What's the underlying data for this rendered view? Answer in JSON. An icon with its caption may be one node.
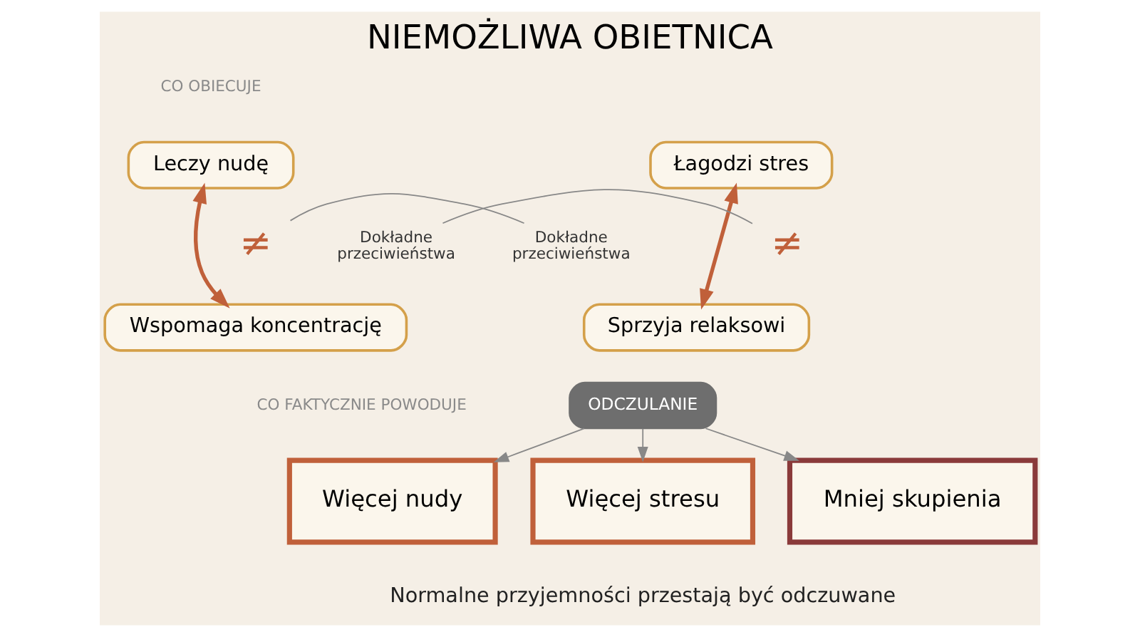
{
  "diagram": {
    "title": "NIEMOŻLIWA OBIETNICA",
    "nodes": [
      {
        "text": [
          "Leczy nudę"
        ]
      },
      {
        "text": [
          "Wspomaga koncentrację"
        ]
      },
      {
        "text": [
          "Łagodzi stres"
        ]
      },
      {
        "text": [
          "Sprzyja relaksowi"
        ]
      },
      {
        "text": [
          "Dokładne przeciwieństwa"
        ]
      },
      {
        "text": [
          "≠"
        ]
      },
      {
        "text": [
          "≠"
        ]
      },
      {
        "text": [
          "Dokładne przeciwieństwa"
        ]
      },
      {
        "text": [
          "ODCZULANIE"
        ]
      },
      {
        "text": [
          "Więcej nudy"
        ]
      },
      {
        "text": [
          "Więcej stresu"
        ]
      },
      {
        "text": [
          "Mniej skupienia"
        ]
      }
    ],
    "edges": [
      {
        "from": 0,
        "to": 1,
        "arrow": "both",
        "style": "thick",
        "color": "#c0603a"
      },
      {
        "from": 2,
        "to": 3,
        "arrow": "both",
        "style": "thick",
        "color": "#c0603a"
      },
      {
        "from": 4,
        "to": 5,
        "arrow": "none"
      },
      {
        "from": 7,
        "to": 6,
        "arrow": "none"
      },
      {
        "from": 8,
        "to": 9,
        "arrow": "to"
      },
      {
        "from": 8,
        "to": 10,
        "arrow": "to"
      },
      {
        "from": 8,
        "to": 11,
        "arrow": "to"
      }
    ],
    "labels": [
      "CO OBIECUJE",
      "CO FAKTYCZNIE POWODUJE",
      "Normalne przyjemności przestają być odczuwane"
    ]
  }
}
